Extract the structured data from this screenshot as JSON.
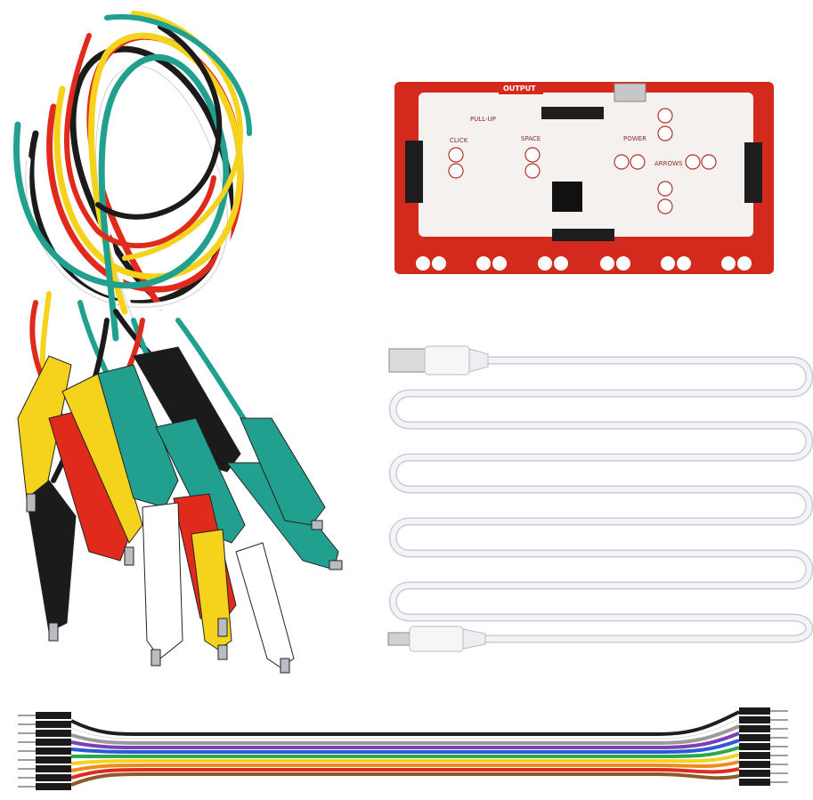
{
  "board": {
    "labels": {
      "output": "OUTPUT",
      "click": "CLICK",
      "space": "SPACE",
      "power": "POWER",
      "arrows": "ARROWS",
      "pull_up": "PULL-UP"
    }
  },
  "colors": {
    "pcb_red": "#d42a1e",
    "pcb_white": "#f4f1ee",
    "usb_cable": "#eef1f5",
    "clip_colors": [
      "#1b1b1b",
      "#e02a1c",
      "#f5d21b",
      "#21a08f",
      "#ffffff"
    ],
    "ribbon_colors": [
      "#1e1e1e",
      "#8d5a2b",
      "#e02a1c",
      "#f08a1d",
      "#f5d21b",
      "#2aa84a",
      "#2a5ad8",
      "#7b3fb8",
      "#9a9a9a",
      "#ffffff"
    ]
  },
  "items": [
    "alligator-clip-leads",
    "controller-board",
    "usb-cable",
    "jumper-ribbon-cable"
  ]
}
